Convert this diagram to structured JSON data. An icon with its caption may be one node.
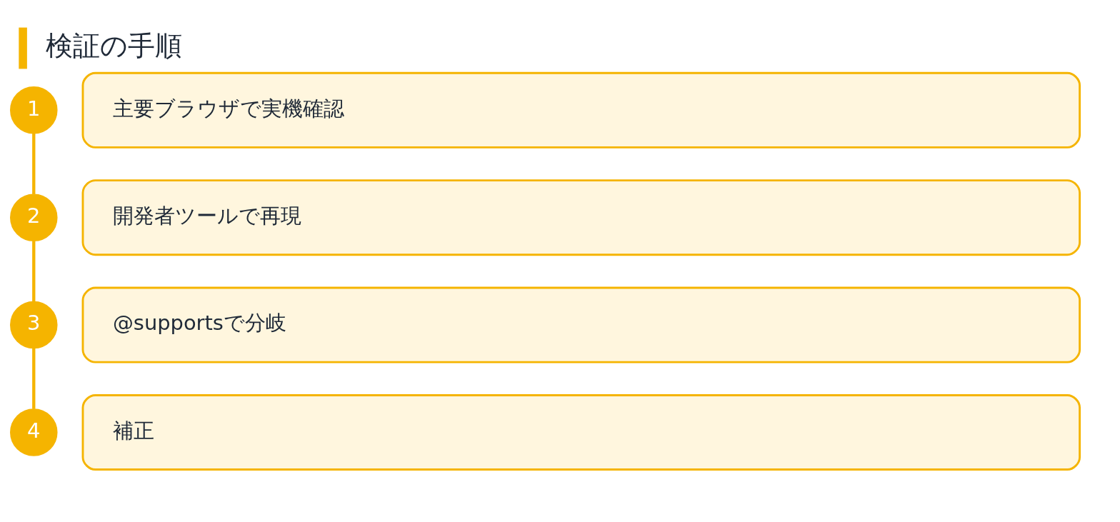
{
  "diagram": {
    "title": "検証の手順",
    "nodes": [
      {
        "text": [
          "1"
        ]
      },
      {
        "text": [
          "主要ブラウザで実機確認"
        ]
      },
      {
        "text": [
          "2"
        ]
      },
      {
        "text": [
          "開発者ツールで再現"
        ]
      },
      {
        "text": [
          "3"
        ]
      },
      {
        "text": [
          "@supportsで分岐"
        ]
      },
      {
        "text": [
          "4"
        ]
      },
      {
        "text": [
          "補正"
        ]
      }
    ],
    "edges": [
      {
        "from": 0,
        "to": 2,
        "arrow": "none"
      },
      {
        "from": 2,
        "to": 4,
        "arrow": "none"
      },
      {
        "from": 4,
        "to": 6,
        "arrow": "none"
      }
    ]
  }
}
